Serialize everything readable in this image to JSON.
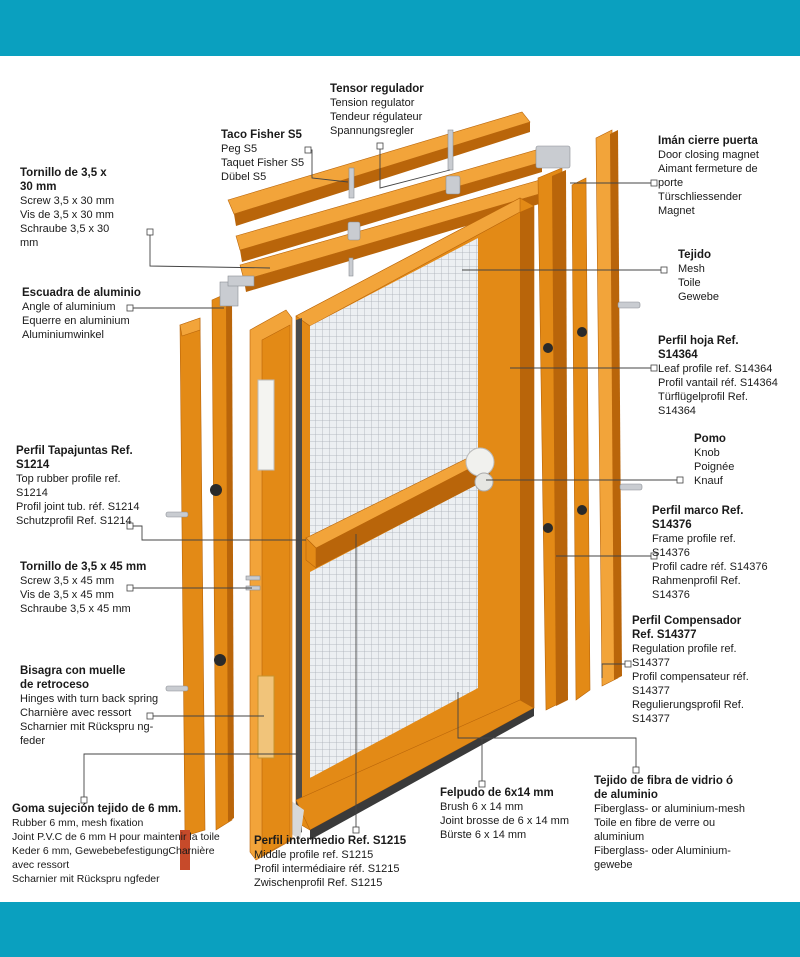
{
  "colors": {
    "band": "#0aa0bf",
    "profile_light": "#f2a43a",
    "profile_mid": "#e38a16",
    "profile_dark": "#b9650a",
    "mesh": "#e9ecef",
    "mesh_line": "#a9aeb5",
    "metal": "#c9ccd1",
    "leader": "#444444"
  },
  "labels": [
    {
      "id": "tensor",
      "title": "Tensor regulador",
      "lines": [
        "Tension regulator",
        "Tendeur régulateur",
        "Spannungsregler"
      ]
    },
    {
      "id": "taco",
      "title": "Taco Fisher S5",
      "lines": [
        "Peg S5",
        "Taquet Fisher S5",
        "Dübel S5"
      ]
    },
    {
      "id": "iman",
      "title": "Imán cierre puerta",
      "lines": [
        "Door closing magnet",
        "Aimant fermeture de",
        "porte",
        "Türschliessender",
        "Magnet"
      ]
    },
    {
      "id": "tornillo30",
      "title": "Tornillo de 3,5 x\n30 mm",
      "lines": [
        "Screw 3,5 x 30 mm",
        "Vis de 3,5 x 30 mm",
        "Schraube 3,5 x 30",
        "mm"
      ]
    },
    {
      "id": "tejido",
      "title": "Tejido",
      "lines": [
        "Mesh",
        "Toile",
        "Gewebe"
      ]
    },
    {
      "id": "escuadra",
      "title": "Escuadra de aluminio",
      "lines": [
        "Angle of aluminium",
        "Equerre en aluminium",
        "Aluminiumwinkel"
      ]
    },
    {
      "id": "hoja",
      "title": "Perfil hoja Ref.\nS14364",
      "lines": [
        "Leaf profile ref. S14364",
        "Profil vantail réf. S14364",
        "Türflügelprofil Ref.",
        "S14364"
      ]
    },
    {
      "id": "pomo",
      "title": "Pomo",
      "lines": [
        "Knob",
        "Poignée",
        "Knauf"
      ]
    },
    {
      "id": "tapajuntas",
      "title": "Perfil Tapajuntas Ref.\nS1214",
      "lines": [
        "Top rubber profile ref.",
        "S1214",
        "Profil joint tub. réf. S1214",
        "Schutzprofil Ref. S1214"
      ]
    },
    {
      "id": "marco",
      "title": "Perfil marco Ref.\nS14376",
      "lines": [
        "Frame profile ref.",
        "S14376",
        "Profil cadre réf. S14376",
        "Rahmenprofil Ref.",
        "S14376"
      ]
    },
    {
      "id": "tornillo45",
      "title": "Tornillo de 3,5 x 45 mm",
      "lines": [
        "Screw 3,5 x 45 mm",
        "Vis de 3,5 x 45 mm",
        "Schraube 3,5 x 45 mm"
      ]
    },
    {
      "id": "compensador",
      "title": "Perfil Compensador\nRef. S14377",
      "lines": [
        "Regulation profile ref.",
        "S14377",
        "Profil compensateur réf.",
        "S14377",
        "Regulierungsprofil Ref.",
        "S14377"
      ]
    },
    {
      "id": "bisagra",
      "title": "Bisagra con muelle\nde retroceso",
      "lines": [
        "Hinges with turn back spring",
        "Charnière avec ressort",
        "Scharnier mit Rückspru ng-",
        "feder"
      ]
    },
    {
      "id": "felpudo",
      "title": "Felpudo de 6x14 mm",
      "lines": [
        "Brush 6 x 14 mm",
        "Joint brosse de 6 x 14 mm",
        "Bürste 6 x 14 mm"
      ]
    },
    {
      "id": "fibra",
      "title": "Tejido de fibra de vidrio ó\nde aluminio",
      "lines": [
        "Fiberglass- or aluminium-mesh",
        "Toile en fibre de verre ou",
        "aluminium",
        "Fiberglass- oder Aluminium-",
        "gewebe"
      ]
    },
    {
      "id": "goma",
      "title": "Goma sujeción tejido de 6 mm.",
      "lines": [
        "Rubber 6 mm, mesh fixation",
        "Joint P.V.C de 6 mm H pour maintenir la toile",
        "Keder 6 mm, GewebebefestigungCharnière",
        "avec ressort",
        "Scharnier mit Rückspru ngfeder"
      ]
    },
    {
      "id": "intermedio",
      "title": "Perfil intermedio Ref. S1215",
      "lines": [
        "Middle profile ref. S1215",
        "Profil intermédiaire réf. S1215",
        "Zwischenprofil Ref. S1215"
      ]
    }
  ]
}
